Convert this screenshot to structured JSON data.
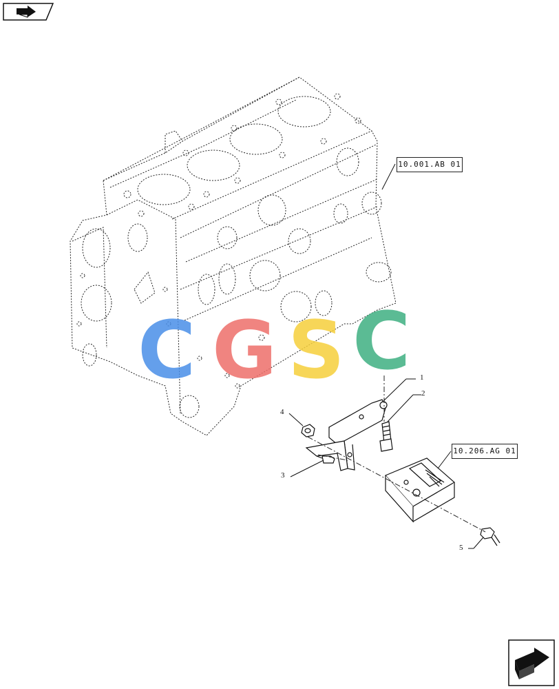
{
  "references": [
    {
      "id": "ref-engine-block",
      "label": "10.001.AB 01"
    },
    {
      "id": "ref-mount",
      "label": "10.206.AG 01"
    }
  ],
  "callouts": [
    {
      "id": "callout-1",
      "label": "1"
    },
    {
      "id": "callout-2",
      "label": "2"
    },
    {
      "id": "callout-3",
      "label": "3"
    },
    {
      "id": "callout-4",
      "label": "4"
    },
    {
      "id": "callout-5",
      "label": "5"
    }
  ],
  "watermark": {
    "letters": [
      "C",
      "G",
      "S",
      "C"
    ],
    "colors": [
      "#4a8fe8",
      "#ee6f6a",
      "#f6cf3c",
      "#3fb082"
    ]
  },
  "icons": {
    "top_left": "previous-page-icon",
    "bottom_right": "next-page-icon"
  }
}
